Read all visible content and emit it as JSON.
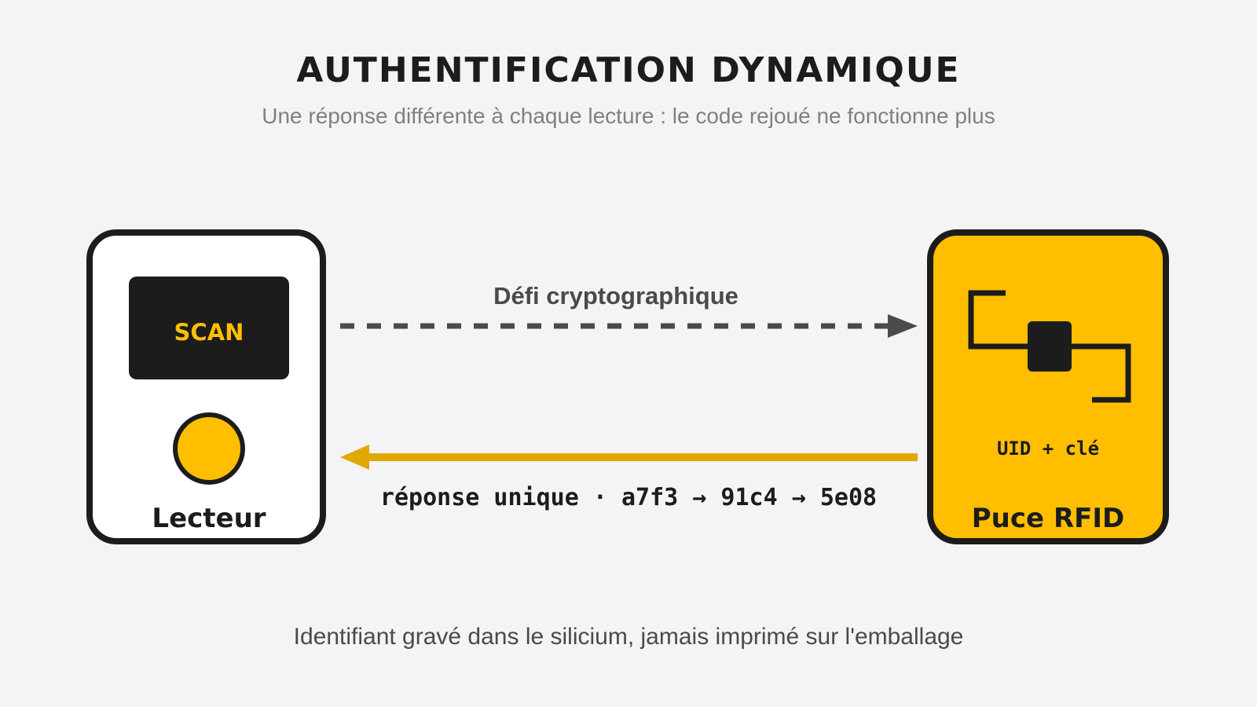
{
  "header": {
    "title": "AUTHENTIFICATION DYNAMIQUE",
    "subtitle": "Une réponse différente à chaque lecture : le code rejoué ne fonctionne plus"
  },
  "reader": {
    "screen_text": "SCAN",
    "label": "Lecteur"
  },
  "chip": {
    "caption": "UID + clé",
    "label": "Puce RFID"
  },
  "flows": {
    "challenge_label": "Défi cryptographique",
    "response_label": "réponse unique · a7f3 → 91c4 → 5e08"
  },
  "footer": {
    "text": "Identifiant gravé dans le silicium, jamais imprimé sur l'emballage"
  },
  "colors": {
    "background": "#f4f4f6",
    "accent_yellow": "#ffbf00",
    "response_arrow": "#e0a800",
    "challenge_arrow": "#4a4a4a",
    "dark": "#1c1c1c"
  },
  "icons": {
    "reader_button": "circle-button-icon",
    "chip_symbol": "rfid-chip-icon"
  }
}
